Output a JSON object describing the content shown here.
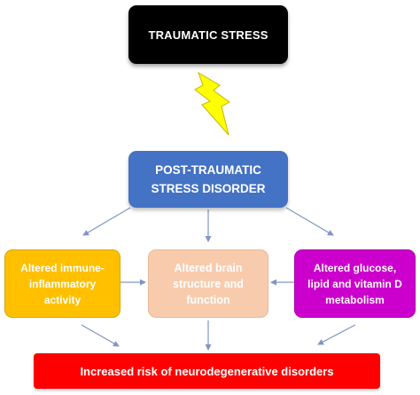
{
  "boxes": {
    "trauma": "TRAUMATIC STRESS",
    "ptsd": "POST-TRAUMATIC STRESS DISORDER",
    "immune": "Altered immune-inflammatory activity",
    "brain": "Altered brain structure and function",
    "glucose": "Altered glucose, lipid and vitamin D metabolism",
    "risk": "Increased risk of neurodegenerative disorders"
  },
  "colors": {
    "trauma_fill": "#000000",
    "ptsd_fill": "#4472c4",
    "immune_fill": "#ffc000",
    "brain_fill": "#f8cbad",
    "glucose_fill": "#cc00cc",
    "risk_fill": "#ff0000",
    "lightning_fill": "#ffff00",
    "arrow_color": "#7f96c2"
  },
  "icons": {
    "lightning": "lightning-bolt-icon"
  }
}
